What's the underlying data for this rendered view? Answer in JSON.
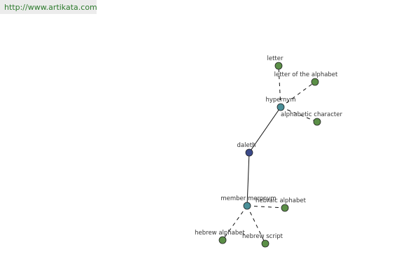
{
  "header": {
    "url_text": "http://www.artikata.com"
  },
  "colors": {
    "leaf": "#5b8f47",
    "hub": "#4a8f98",
    "center": "#3c4a8a",
    "edge": "#111111"
  },
  "graph": {
    "nodes": [
      {
        "id": "daleth",
        "label": "daleth",
        "kind": "center"
      },
      {
        "id": "hypernym",
        "label": "hypernym",
        "kind": "hub"
      },
      {
        "id": "member-meronym",
        "label": "member meronym",
        "kind": "hub"
      },
      {
        "id": "letter",
        "label": "letter",
        "kind": "leaf"
      },
      {
        "id": "letter-of-the-alphabet",
        "label": "letter of the alphabet",
        "kind": "leaf"
      },
      {
        "id": "alphabetic-character",
        "label": "alphabetic character",
        "kind": "leaf"
      },
      {
        "id": "hebraic-alphabet",
        "label": "hebraic alphabet",
        "kind": "leaf"
      },
      {
        "id": "hebrew-alphabet",
        "label": "hebrew alphabet",
        "kind": "leaf"
      },
      {
        "id": "hebrew-script",
        "label": "hebrew script",
        "kind": "leaf"
      }
    ],
    "edges": [
      {
        "from": "daleth",
        "to": "hypernym",
        "style": "solid"
      },
      {
        "from": "daleth",
        "to": "member-meronym",
        "style": "solid"
      },
      {
        "from": "hypernym",
        "to": "letter",
        "style": "dashed"
      },
      {
        "from": "hypernym",
        "to": "letter-of-the-alphabet",
        "style": "dashed"
      },
      {
        "from": "hypernym",
        "to": "alphabetic-character",
        "style": "dashed"
      },
      {
        "from": "member-meronym",
        "to": "hebraic-alphabet",
        "style": "dashed"
      },
      {
        "from": "member-meronym",
        "to": "hebrew-alphabet",
        "style": "dashed"
      },
      {
        "from": "member-meronym",
        "to": "hebrew-script",
        "style": "dashed"
      }
    ]
  }
}
